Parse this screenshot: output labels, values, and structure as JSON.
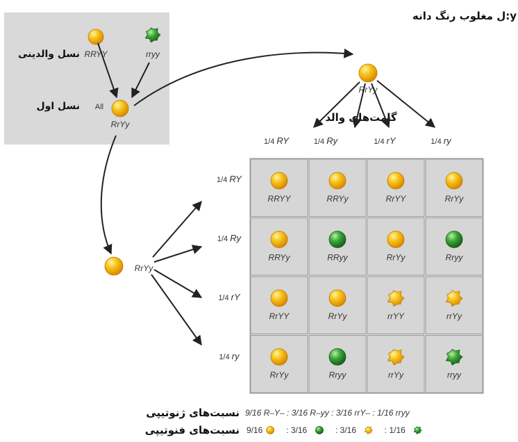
{
  "header_note": "ل مغلوب رنگ دانه:y",
  "colors": {
    "yellow": "#f5b800",
    "green": "#2f8f2f",
    "panel": "#d9d9d9",
    "cell": "#e4e4e4",
    "grid": "#999999"
  },
  "parents": {
    "label": "نسل والدینی",
    "left_genotype": "RRYY",
    "right_genotype": "rryy"
  },
  "f1": {
    "label": "نسل اول",
    "all_label": "All",
    "genotype": "RrYy"
  },
  "gamete_parent": {
    "genotype": "RrYy",
    "gametes_label": "گامت‌های والد"
  },
  "f1_cross": {
    "genotype": "RrYy"
  },
  "gametes": {
    "top": [
      {
        "frac": "1/4",
        "allele": "RY"
      },
      {
        "frac": "1/4",
        "allele": "Ry"
      },
      {
        "frac": "1/4",
        "allele": "rY"
      },
      {
        "frac": "1/4",
        "allele": "ry"
      }
    ],
    "left": [
      {
        "frac": "1/4",
        "allele": "RY"
      },
      {
        "frac": "1/4",
        "allele": "Ry"
      },
      {
        "frac": "1/4",
        "allele": "rY"
      },
      {
        "frac": "1/4",
        "allele": "ry"
      }
    ]
  },
  "punnett": [
    [
      {
        "genotype": "RRYY",
        "seed": "round-yellow"
      },
      {
        "genotype": "RRYy",
        "seed": "round-yellow"
      },
      {
        "genotype": "RrYY",
        "seed": "round-yellow"
      },
      {
        "genotype": "RrYy",
        "seed": "round-yellow"
      }
    ],
    [
      {
        "genotype": "RRYy",
        "seed": "round-yellow"
      },
      {
        "genotype": "RRyy",
        "seed": "round-green"
      },
      {
        "genotype": "RrYy",
        "seed": "round-yellow"
      },
      {
        "genotype": "Rryy",
        "seed": "round-green"
      }
    ],
    [
      {
        "genotype": "RrYY",
        "seed": "round-yellow"
      },
      {
        "genotype": "RrYy",
        "seed": "round-yellow"
      },
      {
        "genotype": "rrYY",
        "seed": "wrinkled-yellow"
      },
      {
        "genotype": "rrYy",
        "seed": "wrinkled-yellow"
      }
    ],
    [
      {
        "genotype": "RrYy",
        "seed": "round-yellow"
      },
      {
        "genotype": "Rryy",
        "seed": "round-green"
      },
      {
        "genotype": "rrYy",
        "seed": "wrinkled-yellow"
      },
      {
        "genotype": "rryy",
        "seed": "wrinkled-green"
      }
    ]
  ],
  "ratios": {
    "genotypic_label": "نسبت‌های ژنوتیپی",
    "genotypic_text": "9/16 R–Y– : 3/16 R–yy : 3/16 rrY– : 1/16 rryy",
    "phenotypic_label": "نسبت‌های فنوتیپی",
    "phenotypic": [
      {
        "text": "9/16",
        "seed": "round-yellow"
      },
      {
        "text": ": 3/16",
        "seed": "round-green"
      },
      {
        "text": ": 3/16",
        "seed": "wrinkled-yellow"
      },
      {
        "text": ": 1/16",
        "seed": "wrinkled-green"
      }
    ]
  }
}
